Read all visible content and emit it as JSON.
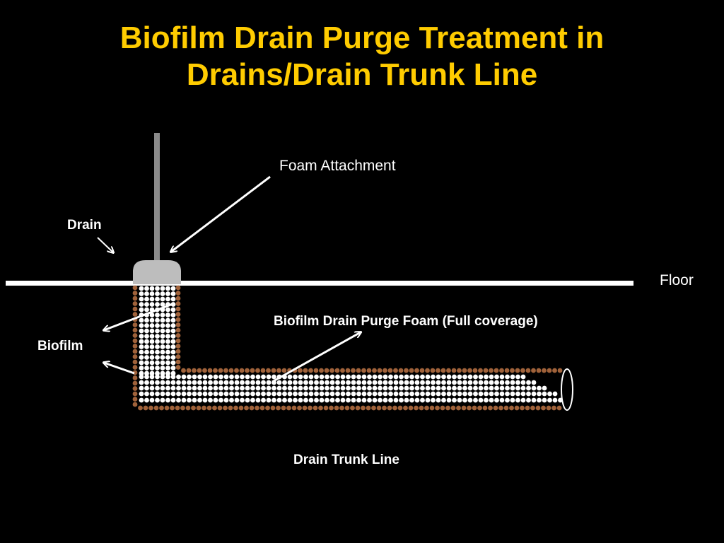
{
  "title": {
    "line1": "Biofilm Drain Purge Treatment in",
    "line2": "Drains/Drain Trunk Line"
  },
  "labels": {
    "foam_attachment": "Foam Attachment",
    "drain": "Drain",
    "floor": "Floor",
    "foam": "Biofilm Drain Purge Foam (Full coverage)",
    "biofilm": "Biofilm",
    "trunk_line": "Drain Trunk Line"
  },
  "colors": {
    "background": "#000000",
    "title": "#FFCC00",
    "text": "#FFFFFF",
    "biofilm": "#A0623A",
    "foam": "#FFFFFF",
    "attachment": "#BDBDBD"
  }
}
